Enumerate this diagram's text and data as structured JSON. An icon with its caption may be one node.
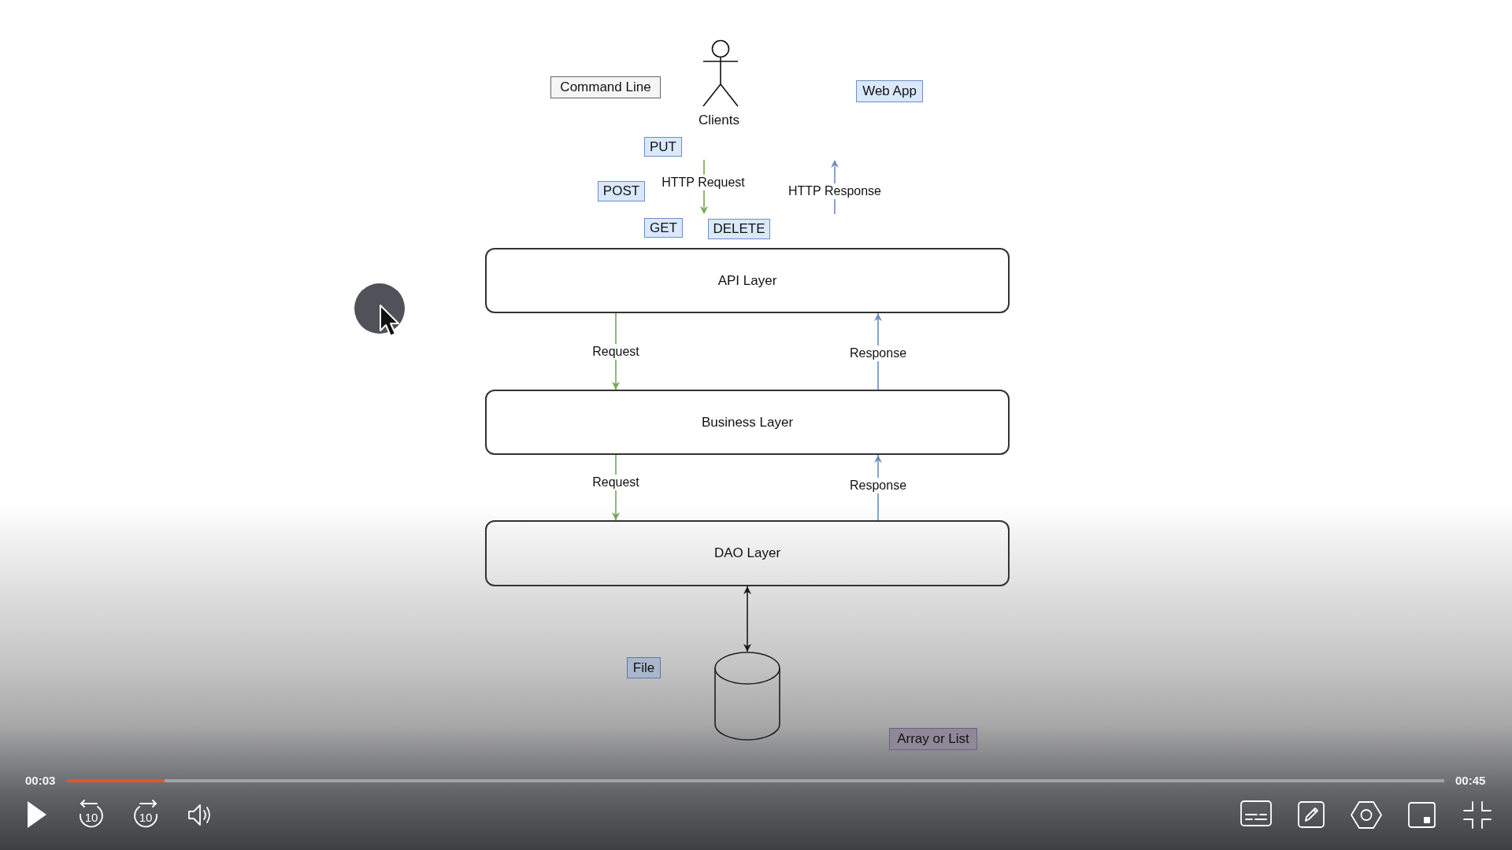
{
  "diagram": {
    "nodes": [
      {
        "text": [
          "Command Line"
        ]
      },
      {
        "text": [
          "Clients"
        ]
      },
      {
        "text": [
          "Web App"
        ]
      },
      {
        "text": [
          "PUT"
        ]
      },
      {
        "text": [
          "POST"
        ]
      },
      {
        "text": [
          "GET"
        ]
      },
      {
        "text": [
          "DELETE"
        ]
      },
      {
        "text": [
          "API Layer"
        ]
      },
      {
        "text": [
          "Business Layer"
        ]
      },
      {
        "text": [
          "DAO Layer"
        ]
      },
      {
        "text": [
          "File"
        ]
      },
      {
        "text": [],
        "shape": "cylinder"
      },
      {
        "text": [
          "Array or List"
        ]
      }
    ],
    "edges": [
      {
        "from": 7,
        "to": 8,
        "arrow": "to",
        "label": "Request",
        "color": "#72a855"
      },
      {
        "from": 8,
        "to": 7,
        "arrow": "to",
        "label": "Response",
        "color": "#6c8ebf"
      },
      {
        "from": 8,
        "to": 9,
        "arrow": "to",
        "label": "Request",
        "color": "#72a855"
      },
      {
        "from": 9,
        "to": 8,
        "arrow": "to",
        "label": "Response",
        "color": "#6c8ebf"
      },
      {
        "from": 9,
        "to": 11,
        "arrow": "both",
        "color": "#1a1a1a"
      }
    ],
    "labels": [
      "HTTP Request",
      "HTTP Response",
      "00:03",
      "00:45",
      "10",
      "10"
    ]
  }
}
